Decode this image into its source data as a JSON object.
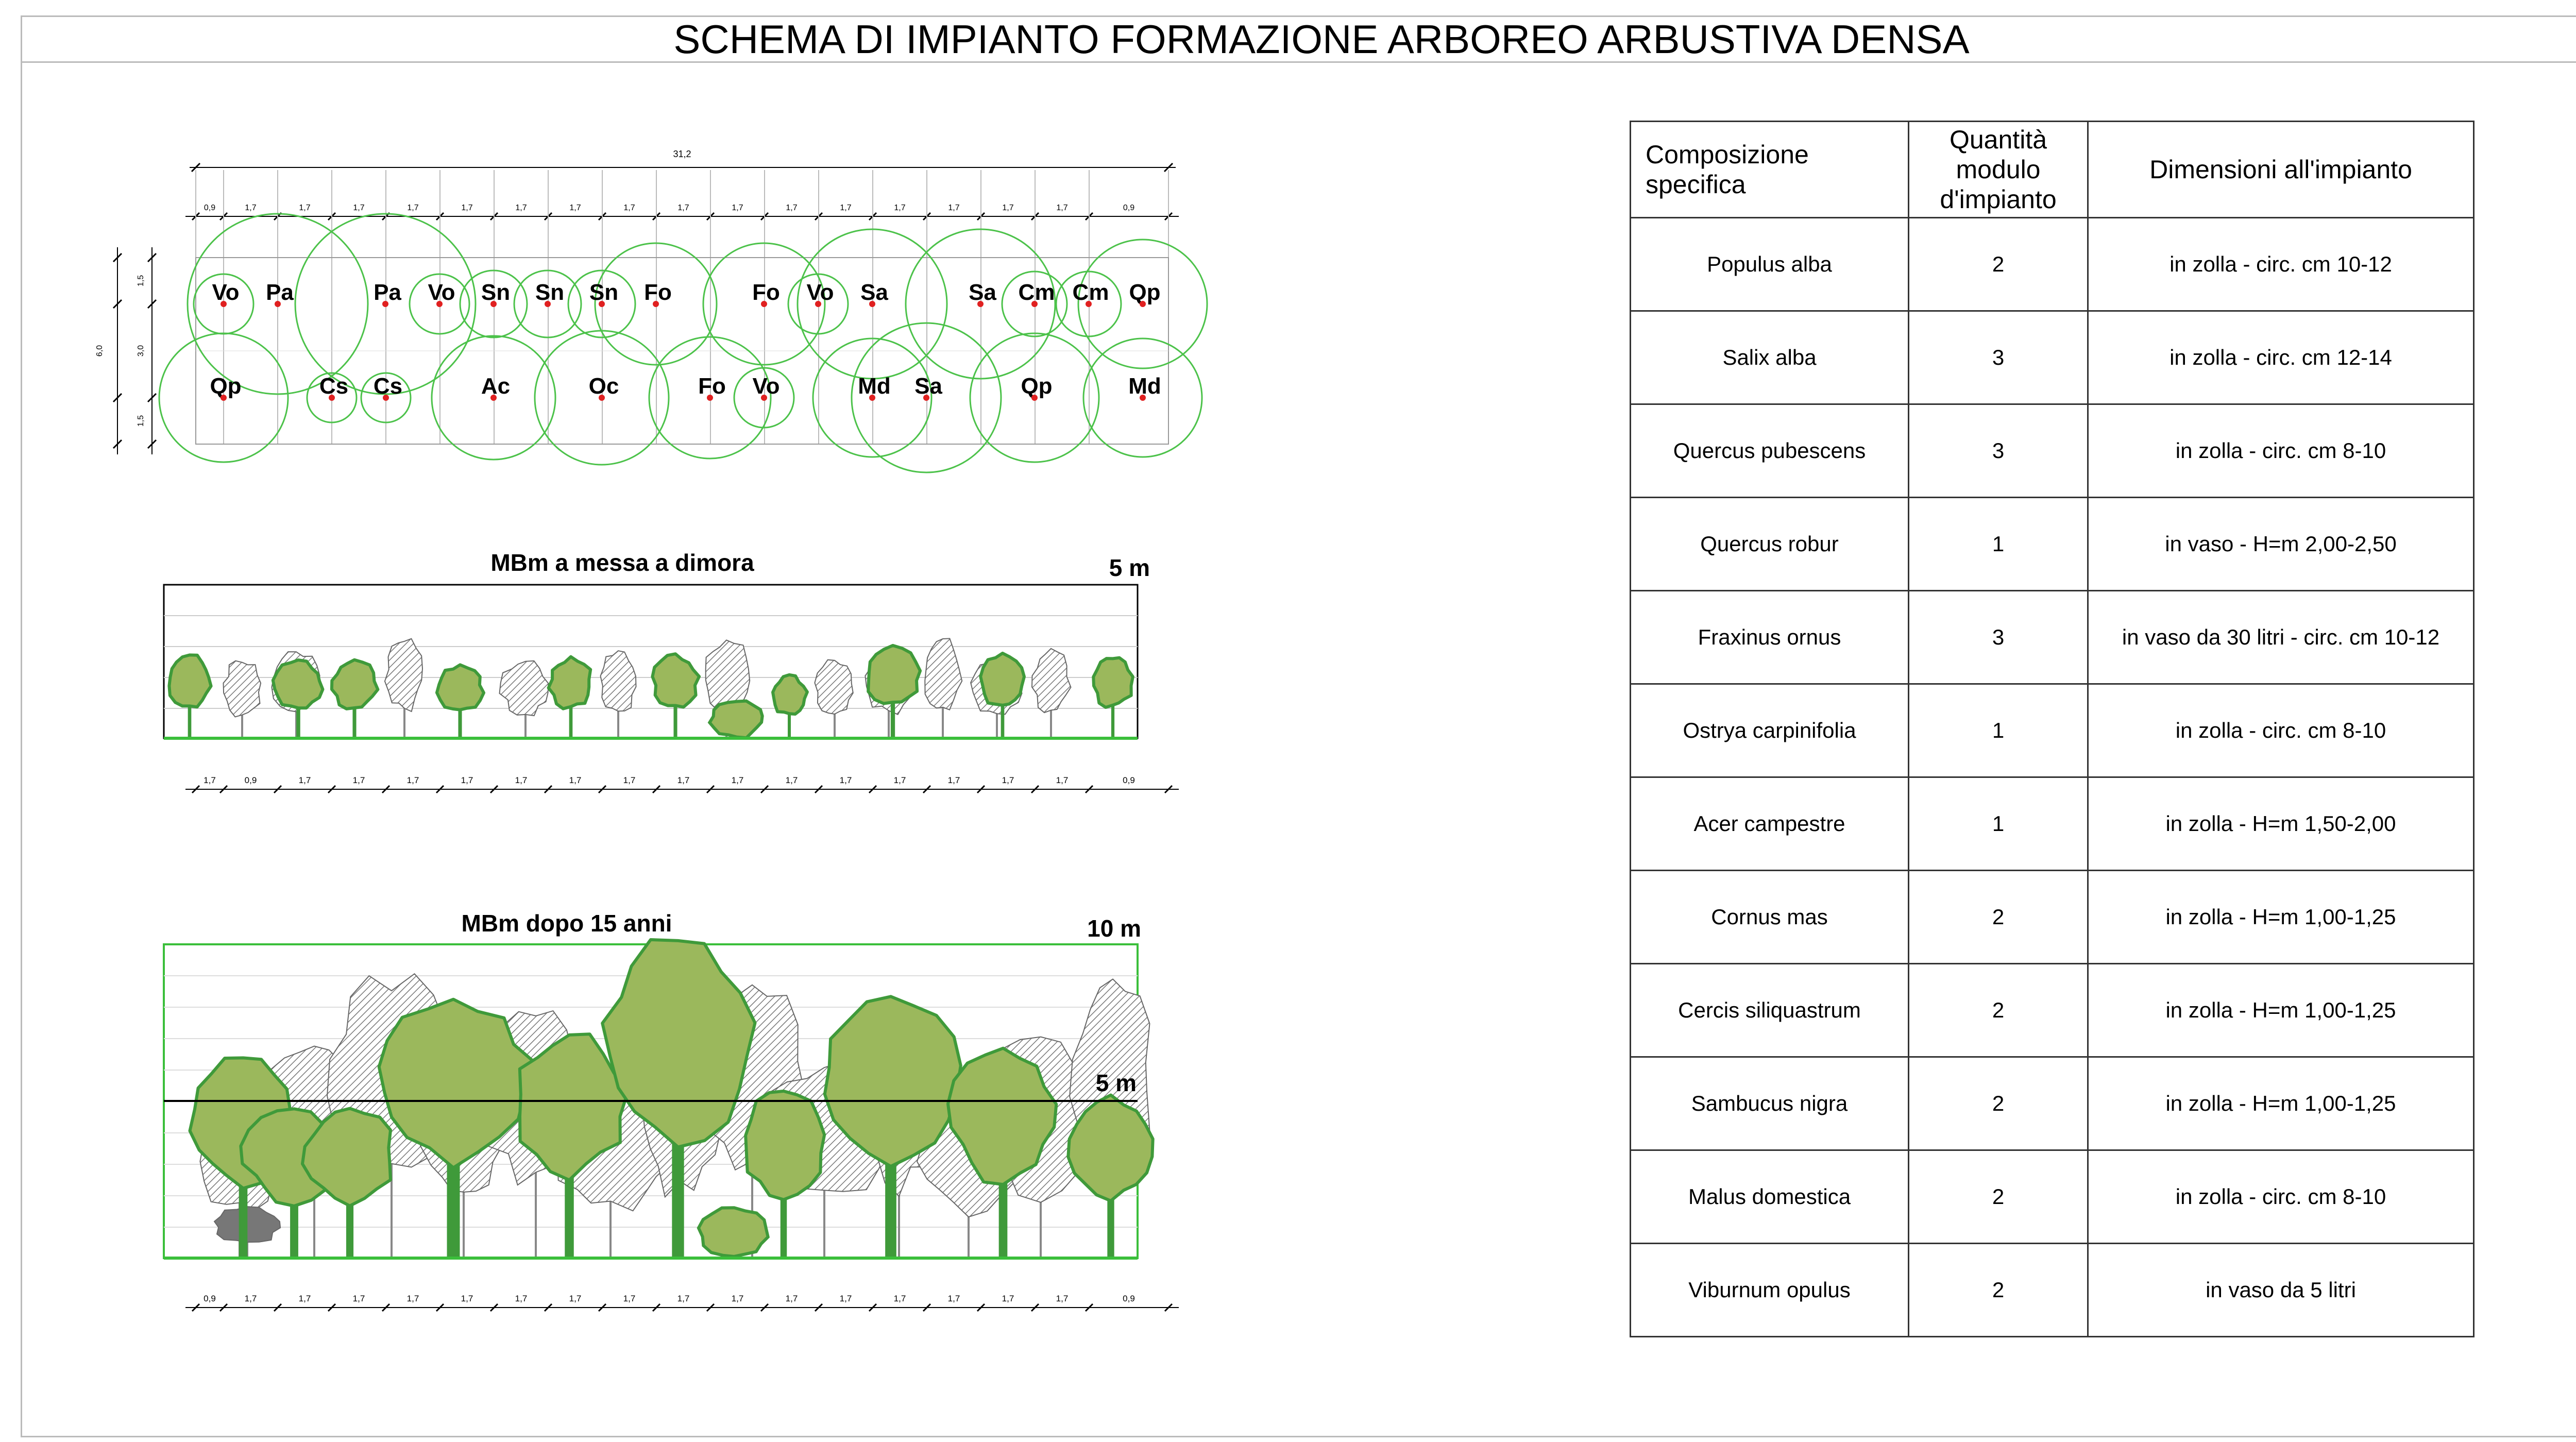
{
  "title": "SCHEMA DI IMPIANTO FORMAZIONE ARBOREO ARBUSTIVA DENSA",
  "plan": {
    "total_width": "31,2",
    "width_segments": [
      "0,9",
      "1,7",
      "1,7",
      "1,7",
      "1,7",
      "1,7",
      "1,7",
      "1,7",
      "1,7",
      "1,7",
      "1,7",
      "1,7",
      "1,7",
      "1,7",
      "1,7",
      "1,7",
      "1,7",
      "0,9"
    ],
    "total_height": "6,0",
    "height_segments": [
      "1,5",
      "3,0",
      "1,5"
    ],
    "row1": [
      "Vo",
      "Pa",
      "Pa",
      "Vo",
      "Sn",
      "Sn",
      "Sn",
      "Fo",
      "Fo",
      "Vo",
      "Sa",
      "Sa",
      "Cm",
      "Cm",
      "Qp"
    ],
    "row2": [
      "Qp",
      "Cs",
      "Cs",
      "Ac",
      "Oc",
      "Fo",
      "Vo",
      "Md",
      "Sa",
      "Qp",
      "Md"
    ]
  },
  "elevation_planting": {
    "title": "MBm a messa a dimora",
    "height_label": "5 m",
    "segments": [
      "1,7",
      "0,9",
      "1,7",
      "1,7",
      "1,7",
      "1,7",
      "1,7",
      "1,7",
      "1,7",
      "1,7",
      "1,7",
      "1,7",
      "1,7",
      "1,7",
      "1,7",
      "1,7",
      "1,7",
      "0,9"
    ]
  },
  "elevation_15y": {
    "title": "MBm dopo 15 anni",
    "height_label": "10 m",
    "mid_label": "5 m",
    "segments": [
      "0,9",
      "1,7",
      "1,7",
      "1,7",
      "1,7",
      "1,7",
      "1,7",
      "1,7",
      "1,7",
      "1,7",
      "1,7",
      "1,7",
      "1,7",
      "1,7",
      "1,7",
      "1,7",
      "1,7",
      "0,9"
    ]
  },
  "table": {
    "headers": [
      "Composizione specifica",
      "Quantità modulo d'impianto",
      "Dimensioni all'impianto"
    ],
    "rows": [
      {
        "species": "Populus alba",
        "qty": "2",
        "size": "in zolla - circ. cm 10-12"
      },
      {
        "species": "Salix alba",
        "qty": "3",
        "size": "in zolla - circ. cm 12-14"
      },
      {
        "species": "Quercus pubescens",
        "qty": "3",
        "size": "in zolla - circ. cm 8-10"
      },
      {
        "species": "Quercus robur",
        "qty": "1",
        "size": "in vaso - H=m 2,00-2,50"
      },
      {
        "species": "Fraxinus ornus",
        "qty": "3",
        "size": "in vaso da 30 litri - circ. cm 10-12"
      },
      {
        "species": "Ostrya carpinifolia",
        "qty": "1",
        "size": "in zolla - circ. cm 8-10"
      },
      {
        "species": "Acer campestre",
        "qty": "1",
        "size": "in zolla - H=m 1,50-2,00"
      },
      {
        "species": "Cornus mas",
        "qty": "2",
        "size": "in zolla - H=m 1,00-1,25"
      },
      {
        "species": "Cercis siliquastrum",
        "qty": "2",
        "size": "in zolla - H=m 1,00-1,25"
      },
      {
        "species": "Sambucus nigra",
        "qty": "2",
        "size": "in zolla - H=m 1,00-1,25"
      },
      {
        "species": "Malus domestica",
        "qty": "2",
        "size": "in zolla - circ. cm 8-10"
      },
      {
        "species": "Viburnum opulus",
        "qty": "2",
        "size": "in vaso da 5 litri"
      }
    ]
  },
  "colors": {
    "crown_fill": "#9bb85c",
    "crown_stroke": "#3f9a3a",
    "plan_circle": "#4cc24a",
    "ground": "#3bbf3b",
    "planting_point": "#e02020"
  }
}
